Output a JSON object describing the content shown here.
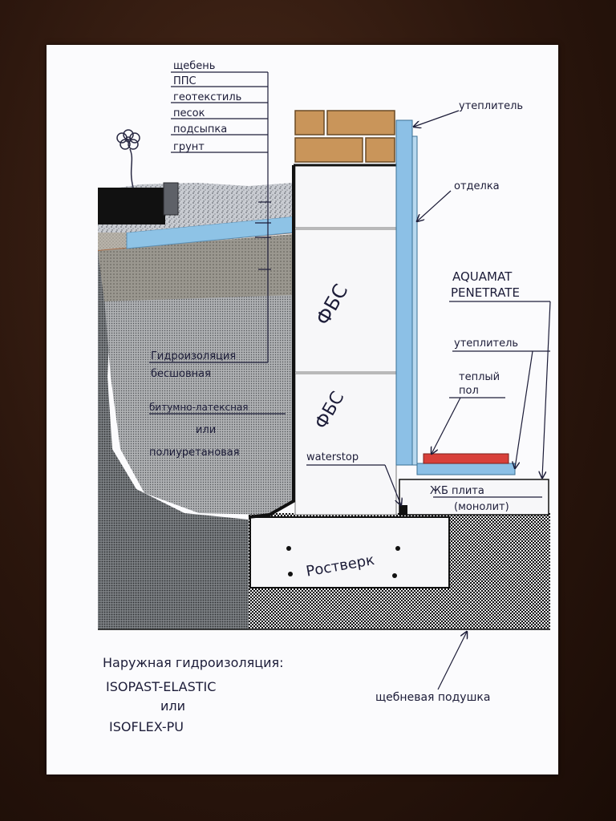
{
  "layers_legend": [
    "щебень",
    "ППС",
    "геотекстиль",
    "песок",
    "подсыпка",
    "грунт"
  ],
  "labels": {
    "insulation_top": "утеплитель",
    "finish": "отделка",
    "aquamat": "AQUAMAT",
    "penetrate": "PENETRATE",
    "insulation_floor": "утеплитель",
    "warm_floor_1": "теплый",
    "warm_floor_2": "пол",
    "waterproof_1": "Гидроизоляция",
    "waterproof_2": "бесшовная",
    "bitumen_1": "битумно-латексная",
    "bitumen_2": "или",
    "bitumen_3": "полиуретановая",
    "fbs_upper": "ФБС",
    "fbs_lower": "ФБС",
    "waterstop": "waterstop",
    "slab_1": "ЖБ плита",
    "slab_2": "(монолит)",
    "grillage": "Ростверк",
    "gravel_cushion": "щебневая подушка"
  },
  "footer_note": {
    "line1": "Наружная гидроизоляция:",
    "line2": "ISOPAST-ELASTIC",
    "line3": "или",
    "line4": "ISOFLEX-PU"
  },
  "colors": {
    "brick": "#c9955a",
    "insulation": "#8cc0e6",
    "warm_floor": "#d8403a",
    "hydro_black": "#111111",
    "sheet": "#fbfbfd"
  }
}
